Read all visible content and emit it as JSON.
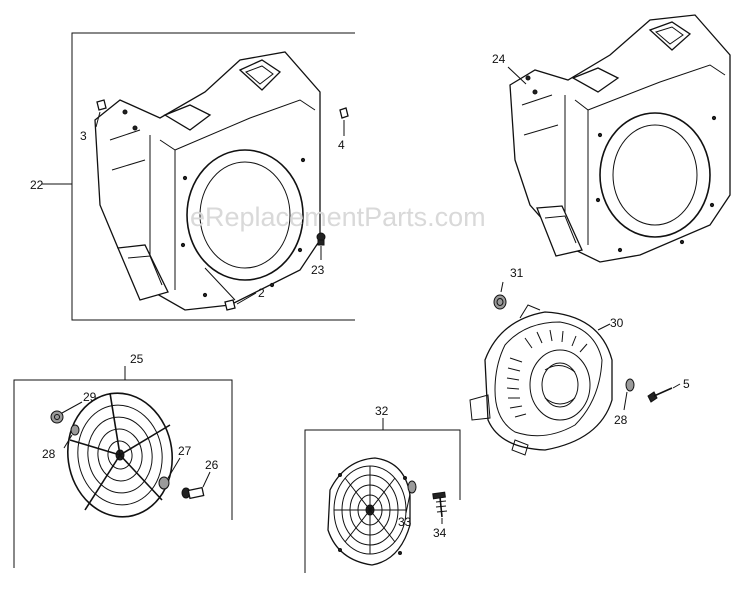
{
  "watermark": "eReplacementParts.com",
  "callouts": {
    "c2": "2",
    "c3": "3",
    "c4": "4",
    "c5": "5",
    "c22": "22",
    "c23": "23",
    "c24": "24",
    "c25": "25",
    "c26": "26",
    "c27": "27",
    "c28a": "28",
    "c28b": "28",
    "c29": "29",
    "c30": "30",
    "c31": "31",
    "c32": "32",
    "c33": "33",
    "c34": "34"
  }
}
